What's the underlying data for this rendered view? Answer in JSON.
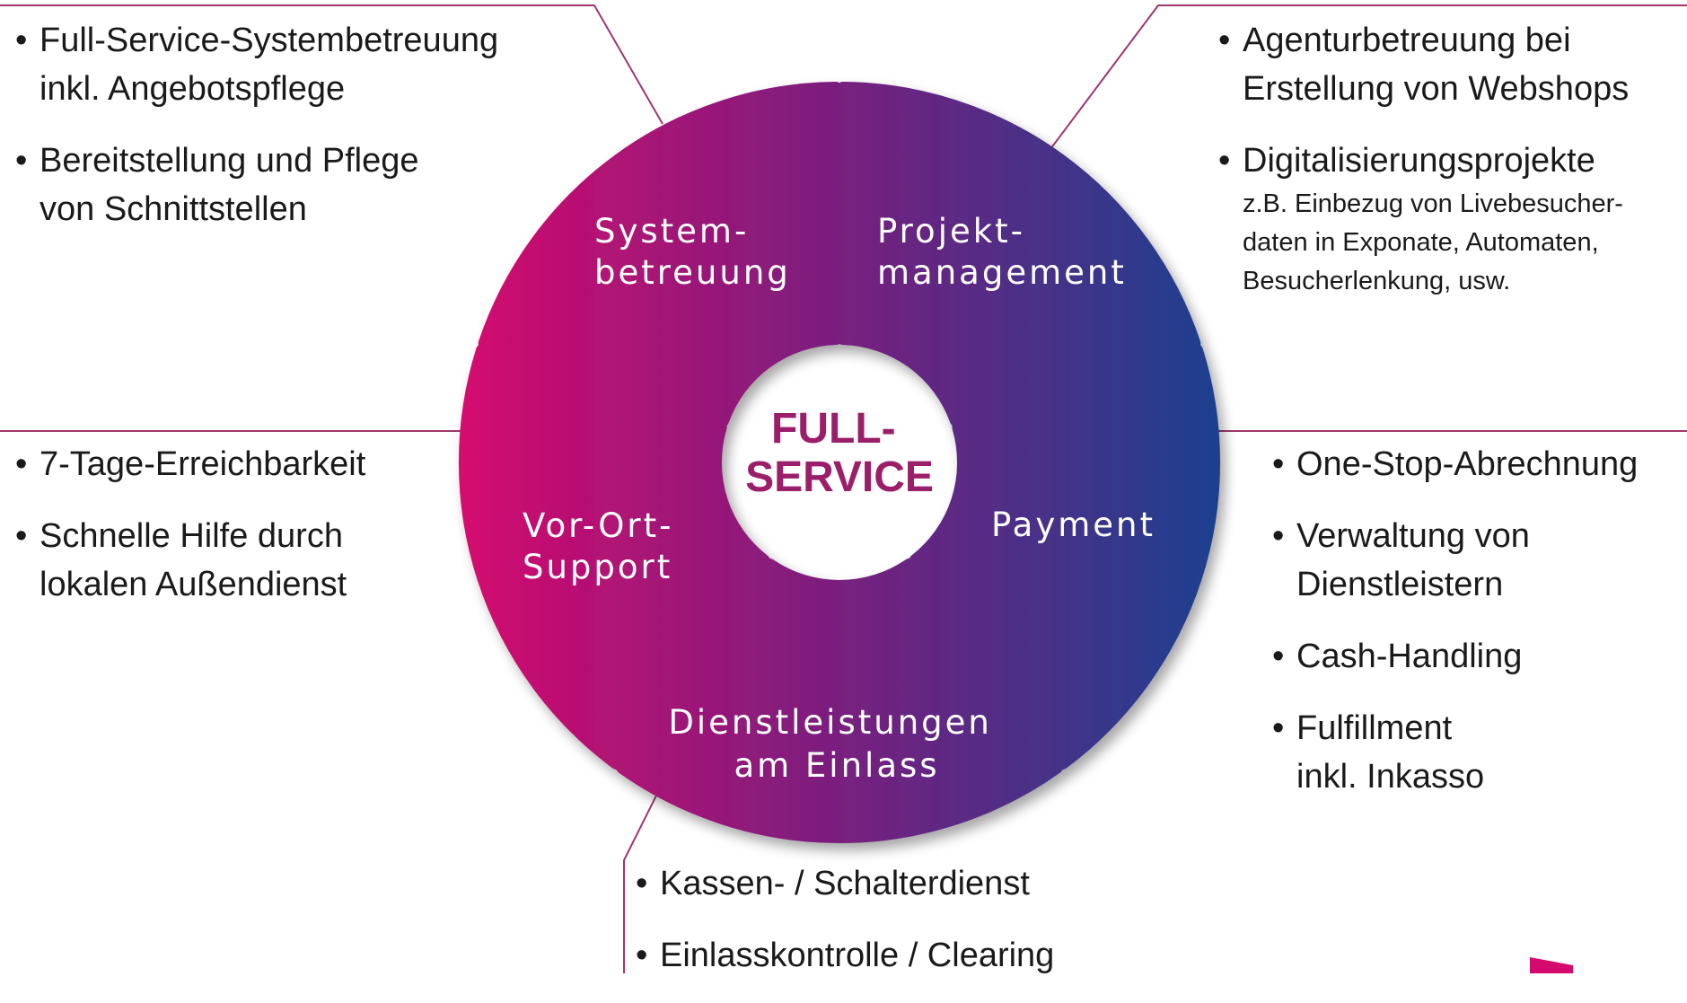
{
  "center": {
    "line1": "FULL-",
    "line2": "SERVICE"
  },
  "segments": {
    "systembetreuung": {
      "line1": "System-",
      "line2": "betreuung"
    },
    "projektmanagement": {
      "line1": "Projekt-",
      "line2": "management"
    },
    "payment": {
      "line1": "Payment"
    },
    "dienstleistungen": {
      "line1": "Dienstleistungen",
      "line2": "am Einlass"
    },
    "vor_ort_support": {
      "line1": "Vor-Ort-",
      "line2": "Support"
    }
  },
  "lists": {
    "top_left": [
      {
        "line1": "Full-Service-Systembetreuung",
        "line2": "inkl. Angebotspflege"
      },
      {
        "line1": "Bereitstellung und Pflege",
        "line2": "von Schnittstellen"
      }
    ],
    "top_right": [
      {
        "line1": "Agenturbetreuung bei",
        "line2": "Erstellung von Webshops"
      },
      {
        "line1": "Digitalisierungsprojekte",
        "note1": "z.B. Einbezug von Livebesucher-",
        "note2": "daten in Exponate, Automaten,",
        "note3": "Besucherlenkung, usw."
      }
    ],
    "middle_left": [
      {
        "line1": "7-Tage-Erreichbarkeit"
      },
      {
        "line1": "Schnelle Hilfe durch",
        "line2": "lokalen Außendienst"
      }
    ],
    "middle_right": [
      {
        "line1": "One-Stop-Abrechnung"
      },
      {
        "line1": "Verwaltung von",
        "line2": "Dienstleistern"
      },
      {
        "line1": "Cash-Handling"
      },
      {
        "line1": "Fulfillment",
        "line2": "inkl. Inkasso"
      }
    ],
    "bottom_center": [
      {
        "line1": "Kassen- / Schalterdienst"
      },
      {
        "line1": "Einlasskontrolle / Clearing"
      }
    ]
  },
  "colors": {
    "magenta": "#d40a6e",
    "purple": "#7a1f7e",
    "blue": "#1f3f8f",
    "center_text": "#9b1e6b",
    "connector": "#a0366e"
  }
}
